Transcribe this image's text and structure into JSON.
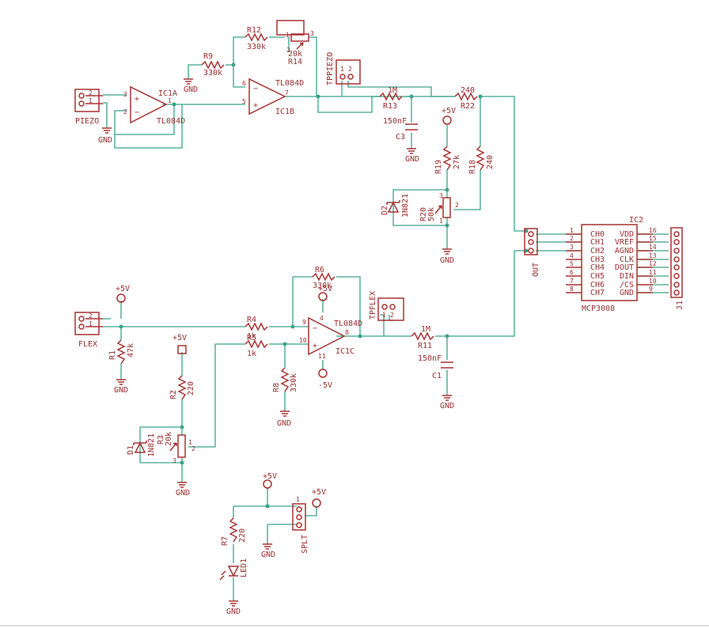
{
  "colors": {
    "wire": "#3aa38a",
    "part": "#a83232",
    "text": "#9a3030",
    "background": "#ffffff"
  },
  "gnd": "GND",
  "plus5": "+5V",
  "minus5": "-5V",
  "parts": {
    "piezo": "PIEZO",
    "flex": "FLEX",
    "out": "OUT",
    "splt": "SPLT",
    "j1": "J1",
    "tp_piezo": "TPPIEZO",
    "tp_flex": "TPFLEX",
    "ic1a": "IC1A",
    "ic1b": "IC1B",
    "ic1c": "IC1C",
    "tl084": "TL084D",
    "ic2": "IC2",
    "mcp": "MCP3008",
    "r1": "R1",
    "r1v": "47k",
    "r2": "R2",
    "r2v": "220",
    "r3": "R3",
    "r3v": "20k",
    "r4": "R4",
    "r4v": "1k",
    "r5": "R5",
    "r5v": "1k",
    "r6": "R6",
    "r6v": "330k",
    "r7": "R7",
    "r7v": "220",
    "r8": "R8",
    "r8v": "330k",
    "r9": "R9",
    "r9v": "330k",
    "r11": "R11",
    "r11v": "1M",
    "r12": "R12",
    "r12v": "330k",
    "r13": "R13",
    "r13v": "1M",
    "r14": "R14",
    "r14v": "20k",
    "r18": "R18",
    "r18v": "240",
    "r19": "R19",
    "r19v": "27k",
    "r20": "R20",
    "r20v": "50k",
    "r22": "R22",
    "r22v": "240",
    "c1": "C1",
    "c1v": "150nF",
    "c3": "C3",
    "c3v": "150nF",
    "d1": "D1",
    "d1v": "1N821",
    "d2": "D2",
    "d2v": "1N821",
    "led1": "LED1"
  },
  "pins": {
    "p1": "1",
    "p2": "2",
    "p3": "3",
    "p4": "4",
    "p5": "5",
    "p6": "6",
    "p7": "7",
    "p8": "8",
    "p9": "9",
    "p10": "10",
    "p11": "11"
  },
  "mcp_left": [
    {
      "pin": "1",
      "name": "CH0"
    },
    {
      "pin": "2",
      "name": "CH1"
    },
    {
      "pin": "3",
      "name": "CH2"
    },
    {
      "pin": "4",
      "name": "CH3"
    },
    {
      "pin": "5",
      "name": "CH4"
    },
    {
      "pin": "6",
      "name": "CH5"
    },
    {
      "pin": "7",
      "name": "CH6"
    },
    {
      "pin": "8",
      "name": "CH7"
    }
  ],
  "mcp_right": [
    {
      "pin": "16",
      "name": "VDD"
    },
    {
      "pin": "15",
      "name": "VREF"
    },
    {
      "pin": "14",
      "name": "AGND"
    },
    {
      "pin": "13",
      "name": "CLK"
    },
    {
      "pin": "12",
      "name": "DOUT"
    },
    {
      "pin": "11",
      "name": "DIN"
    },
    {
      "pin": "10",
      "name": "/CS"
    },
    {
      "pin": "9",
      "name": "GND"
    }
  ]
}
